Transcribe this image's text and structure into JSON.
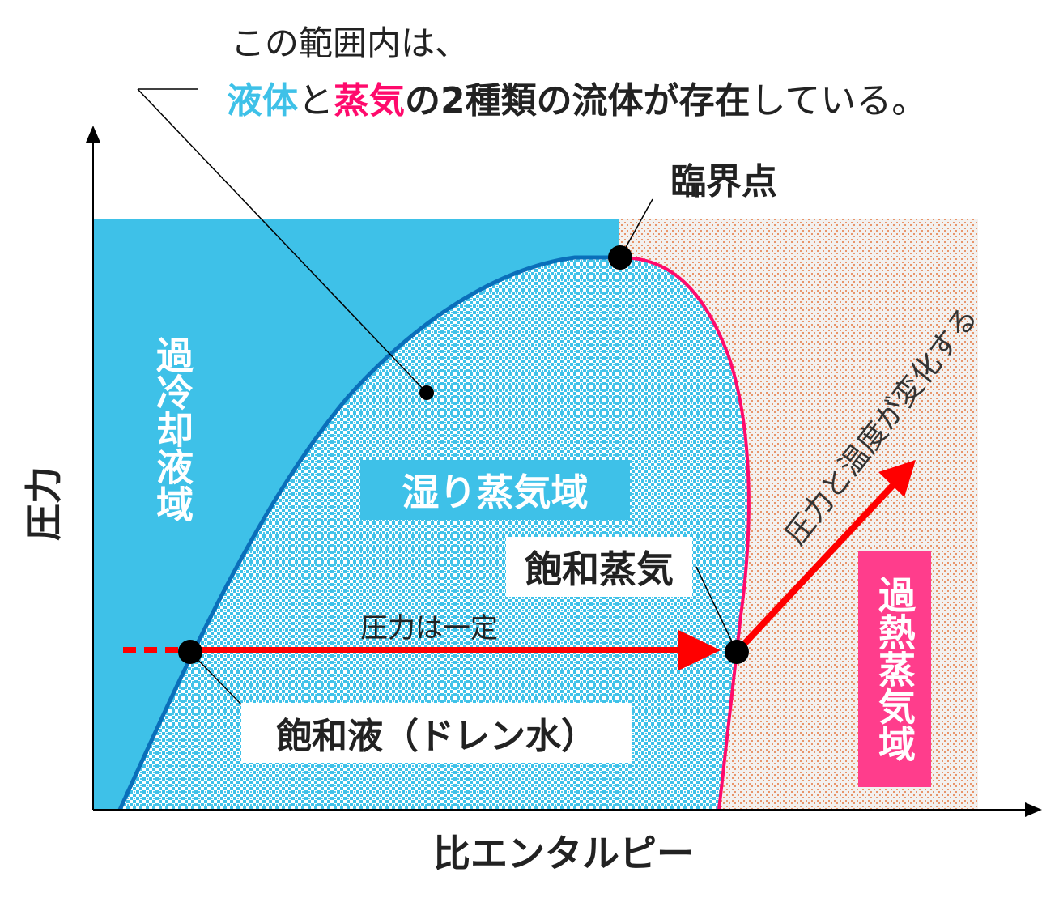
{
  "caption": {
    "line1": "この範囲内は、",
    "line2": {
      "liquid": "液体",
      "and": "と",
      "vapor": "蒸気",
      "middle": "の2種類の流体が存在",
      "end": "している。"
    }
  },
  "axes": {
    "y_label": "圧力",
    "x_label": "比エンタルピー"
  },
  "labels": {
    "critical_point": "臨界点",
    "subcooled_region": "過冷却液域",
    "wet_vapor_region": "湿り蒸気域",
    "saturated_vapor": "飽和蒸気",
    "constant_pressure": "圧力は一定",
    "saturated_liquid": "飽和液（ドレン水）",
    "pressure_temp_change": "圧力と温度が変化する",
    "superheated_region": "過熱蒸気域"
  },
  "colors": {
    "liquid_blue": "#3ec1e8",
    "saturation_liquid_line": "#0a6fba",
    "vapor_pink": "#ff0a6c",
    "superheated_box": "#ff3d8c",
    "arrow_red": "#ff0000",
    "superheated_dots": "#e8956a"
  }
}
